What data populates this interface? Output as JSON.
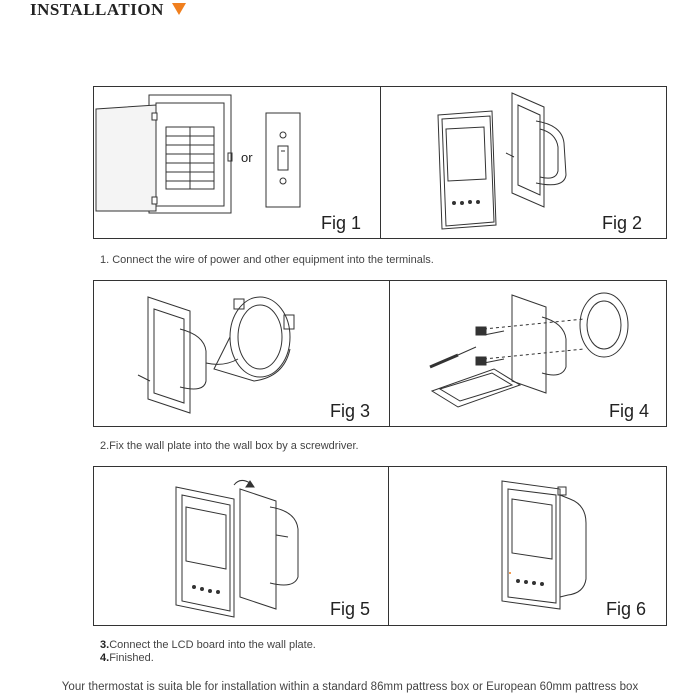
{
  "header": {
    "title": "INSTALLATION",
    "accent_color": "#f07f1e",
    "marker_icon": "orange-triangle-down"
  },
  "figures": {
    "fig1": {
      "label": "Fig 1",
      "or_text": "or"
    },
    "fig2": {
      "label": "Fig 2"
    },
    "fig3": {
      "label": "Fig 3"
    },
    "fig4": {
      "label": "Fig 4"
    },
    "fig5": {
      "label": "Fig 5"
    },
    "fig6": {
      "label": "Fig 6"
    }
  },
  "steps": {
    "step1": "1. Connect the wire of power and other equipment into the terminals.",
    "step2": "2.Fix the wall plate into the wall box by a screwdriver.",
    "step3_num": "3.",
    "step3_text": "Connect the LCD board into the wall plate.",
    "step4_num": "4.",
    "step4_text": "Finished."
  },
  "footer": {
    "note": "Your thermostat is suita ble for installation within a standard 86mm pattress box or European 60mm pattress box"
  }
}
